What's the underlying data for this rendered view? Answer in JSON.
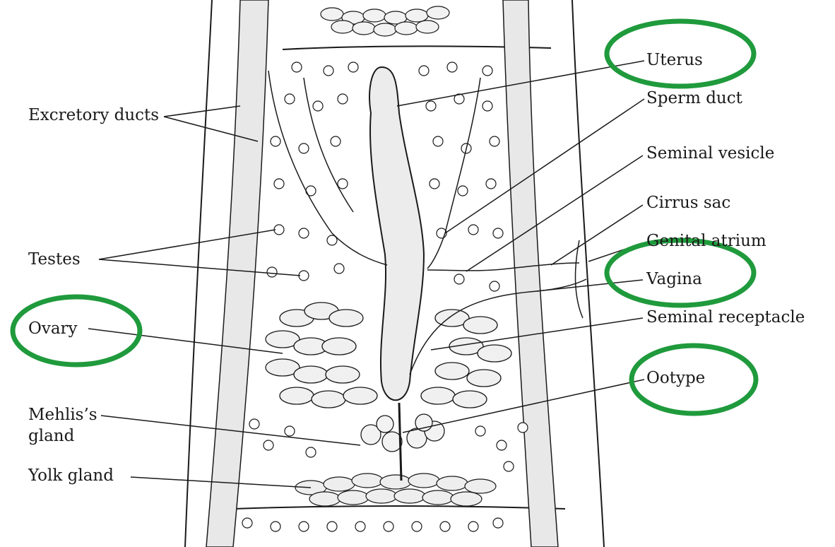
{
  "labels": {
    "excretory_ducts": "Excretory ducts",
    "testes": "Testes",
    "ovary": "Ovary",
    "mehlis_gland_line1": "Mehlis’s",
    "mehlis_gland_line2": "gland",
    "yolk_gland": "Yolk gland",
    "uterus": "Uterus",
    "sperm_duct": "Sperm duct",
    "seminal_vesicle": "Seminal vesicle",
    "cirrus_sac": "Cirrus sac",
    "genital_atrium": "Genital atrium",
    "vagina": "Vagina",
    "seminal_receptacle": "Seminal receptacle",
    "ootype": "Ootype"
  },
  "colors": {
    "ink": "#1a1a1a",
    "highlight": "#1f9a3c",
    "paper": "#ffffff"
  },
  "highlighted": [
    "Uterus",
    "Vagina",
    "Ovary",
    "Ootype"
  ]
}
